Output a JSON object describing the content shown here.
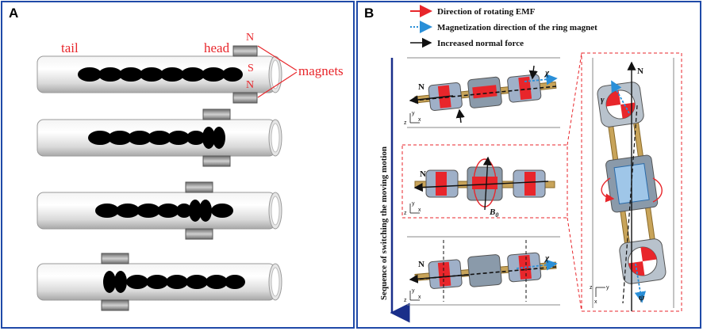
{
  "panel_a": {
    "label": "A",
    "tail_label": "tail",
    "head_label": "head",
    "magnets_label": "magnets",
    "pole_n_top": "N",
    "pole_s": "S",
    "pole_n_bottom": "N"
  },
  "panel_b": {
    "label": "B",
    "legend": [
      {
        "text": "Direction of rotating EMF",
        "color": "#e8262b",
        "style": "solid-red"
      },
      {
        "text": "Magnetization direction of the ring magnet",
        "color": "#2a8fd8",
        "style": "dotted-blue"
      },
      {
        "text": "Increased normal force",
        "color": "#111111",
        "style": "solid-black"
      }
    ],
    "sequence_label": "Sequence of switching the moving motion",
    "state1": {
      "n": "N",
      "angle": "χ",
      "ax_y": "y",
      "ax_z": "z",
      "ax_x": "x"
    },
    "state2": {
      "n": "N",
      "field": "B",
      "field_sub": "0",
      "ax_y": "y",
      "ax_z": "z",
      "ax_x": "x"
    },
    "state3": {
      "n": "N",
      "angle": "χ",
      "ax_y": "y",
      "ax_z": "z",
      "ax_x": "x"
    },
    "detail": {
      "n": "N",
      "gamma": "γ",
      "psi": "ψ",
      "ax_y": "y",
      "ax_z": "z",
      "ax_x": "x"
    }
  }
}
